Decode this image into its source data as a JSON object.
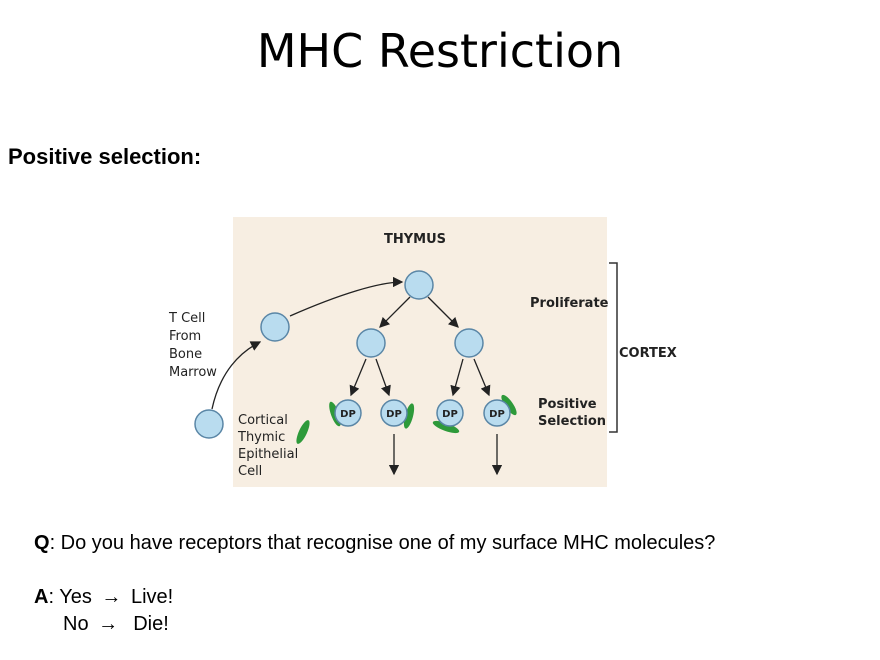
{
  "slide": {
    "title": "MHC Restriction",
    "subtitle": "Positive selection:"
  },
  "diagram": {
    "thymus_label": "THYMUS",
    "tcell_label_lines": [
      "T Cell",
      "From",
      "Bone",
      "Marrow"
    ],
    "epithelial_label_lines": [
      "Cortical",
      "Thymic",
      "Epithelial",
      "Cell"
    ],
    "proliferate_label": "Proliferate",
    "cortex_label": "CORTEX",
    "positive_selection_lines": [
      "Positive",
      "Selection"
    ],
    "dp_label": "DP",
    "colors": {
      "panel": "#f7eee2",
      "cell_fill": "#b9dcef",
      "cell_stroke": "#5a86a6",
      "epithelial": "#2e9a3a"
    }
  },
  "qa": {
    "q_label": "Q",
    "q_text": ": Do you have receptors that recognise one of my surface MHC molecules?",
    "a_label": "A",
    "a_yes": ": Yes ",
    "a_live": " Live!",
    "a_no": "No ",
    "a_die": "  Die!",
    "arrow_glyph": "→"
  }
}
